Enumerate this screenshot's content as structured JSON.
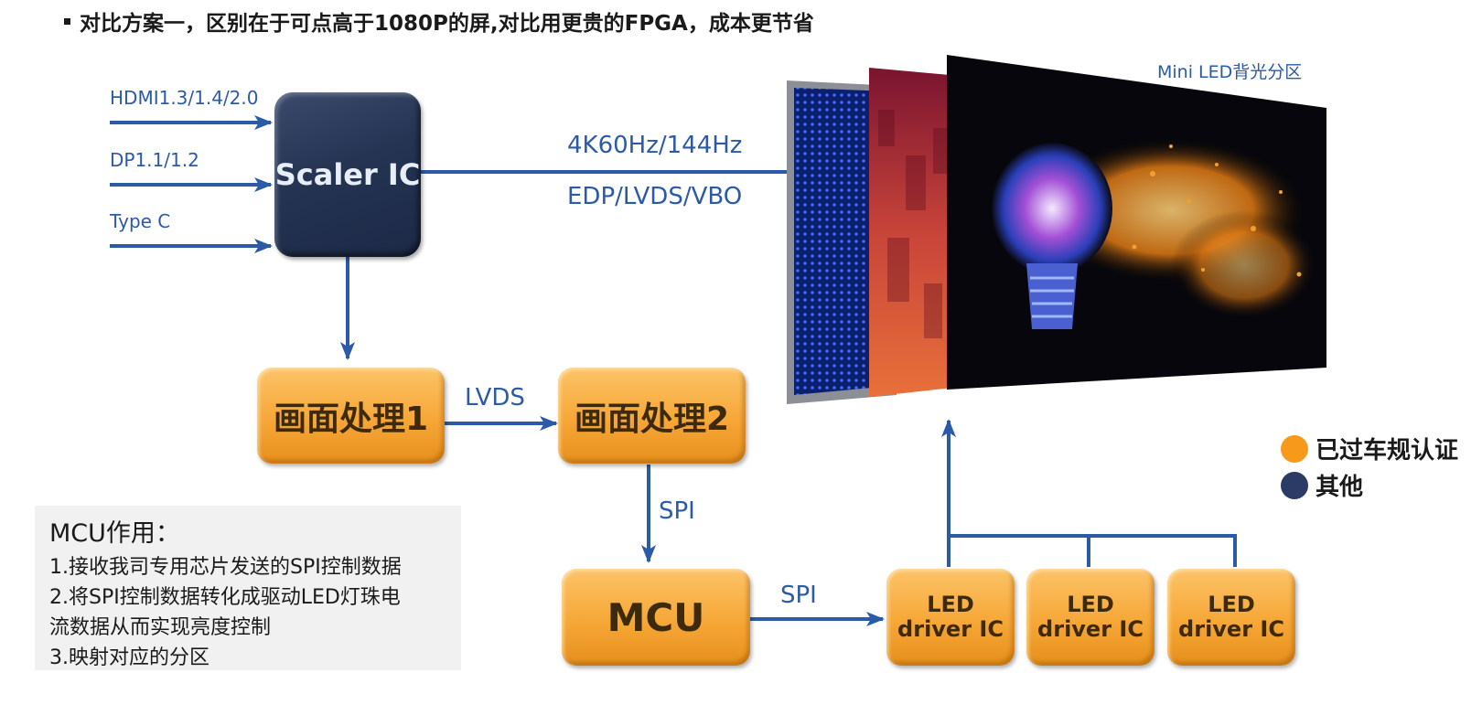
{
  "header": {
    "text": "对比方案一，区别在于可点高于1080P的屏,对比用更贵的FPGA，成本更节省"
  },
  "inputs": {
    "hdmi": "HDMI1.3/1.4/2.0",
    "dp": "DP1.1/1.2",
    "typec": "Type C"
  },
  "blocks": {
    "scaler": "Scaler IC",
    "proc1": "画面处理1",
    "proc2": "画面处理2",
    "mcu": "MCU",
    "led_line1": "LED",
    "led_line2": "driver IC"
  },
  "signals": {
    "top_line1": "4K60Hz/144Hz",
    "top_line2": "EDP/LVDS/VBO",
    "lvds": "LVDS",
    "spi1": "SPI",
    "spi2": "SPI"
  },
  "display": {
    "label": "Mini LED背光分区"
  },
  "note": {
    "title": "MCU作用：",
    "lines": [
      "1.接收我司专用芯片发送的SPI控制数据",
      "2.将SPI控制数据转化成驱动LED灯珠电",
      "流数据从而实现亮度控制",
      "3.映射对应的分区"
    ]
  },
  "legend": [
    {
      "label": "已过车规认证",
      "color": "#f79a1c"
    },
    {
      "label": "其他",
      "color": "#2c3a66"
    }
  ],
  "colors": {
    "wire": "#2b5aa8",
    "navy": "#253453",
    "orange": "#f6a737"
  }
}
